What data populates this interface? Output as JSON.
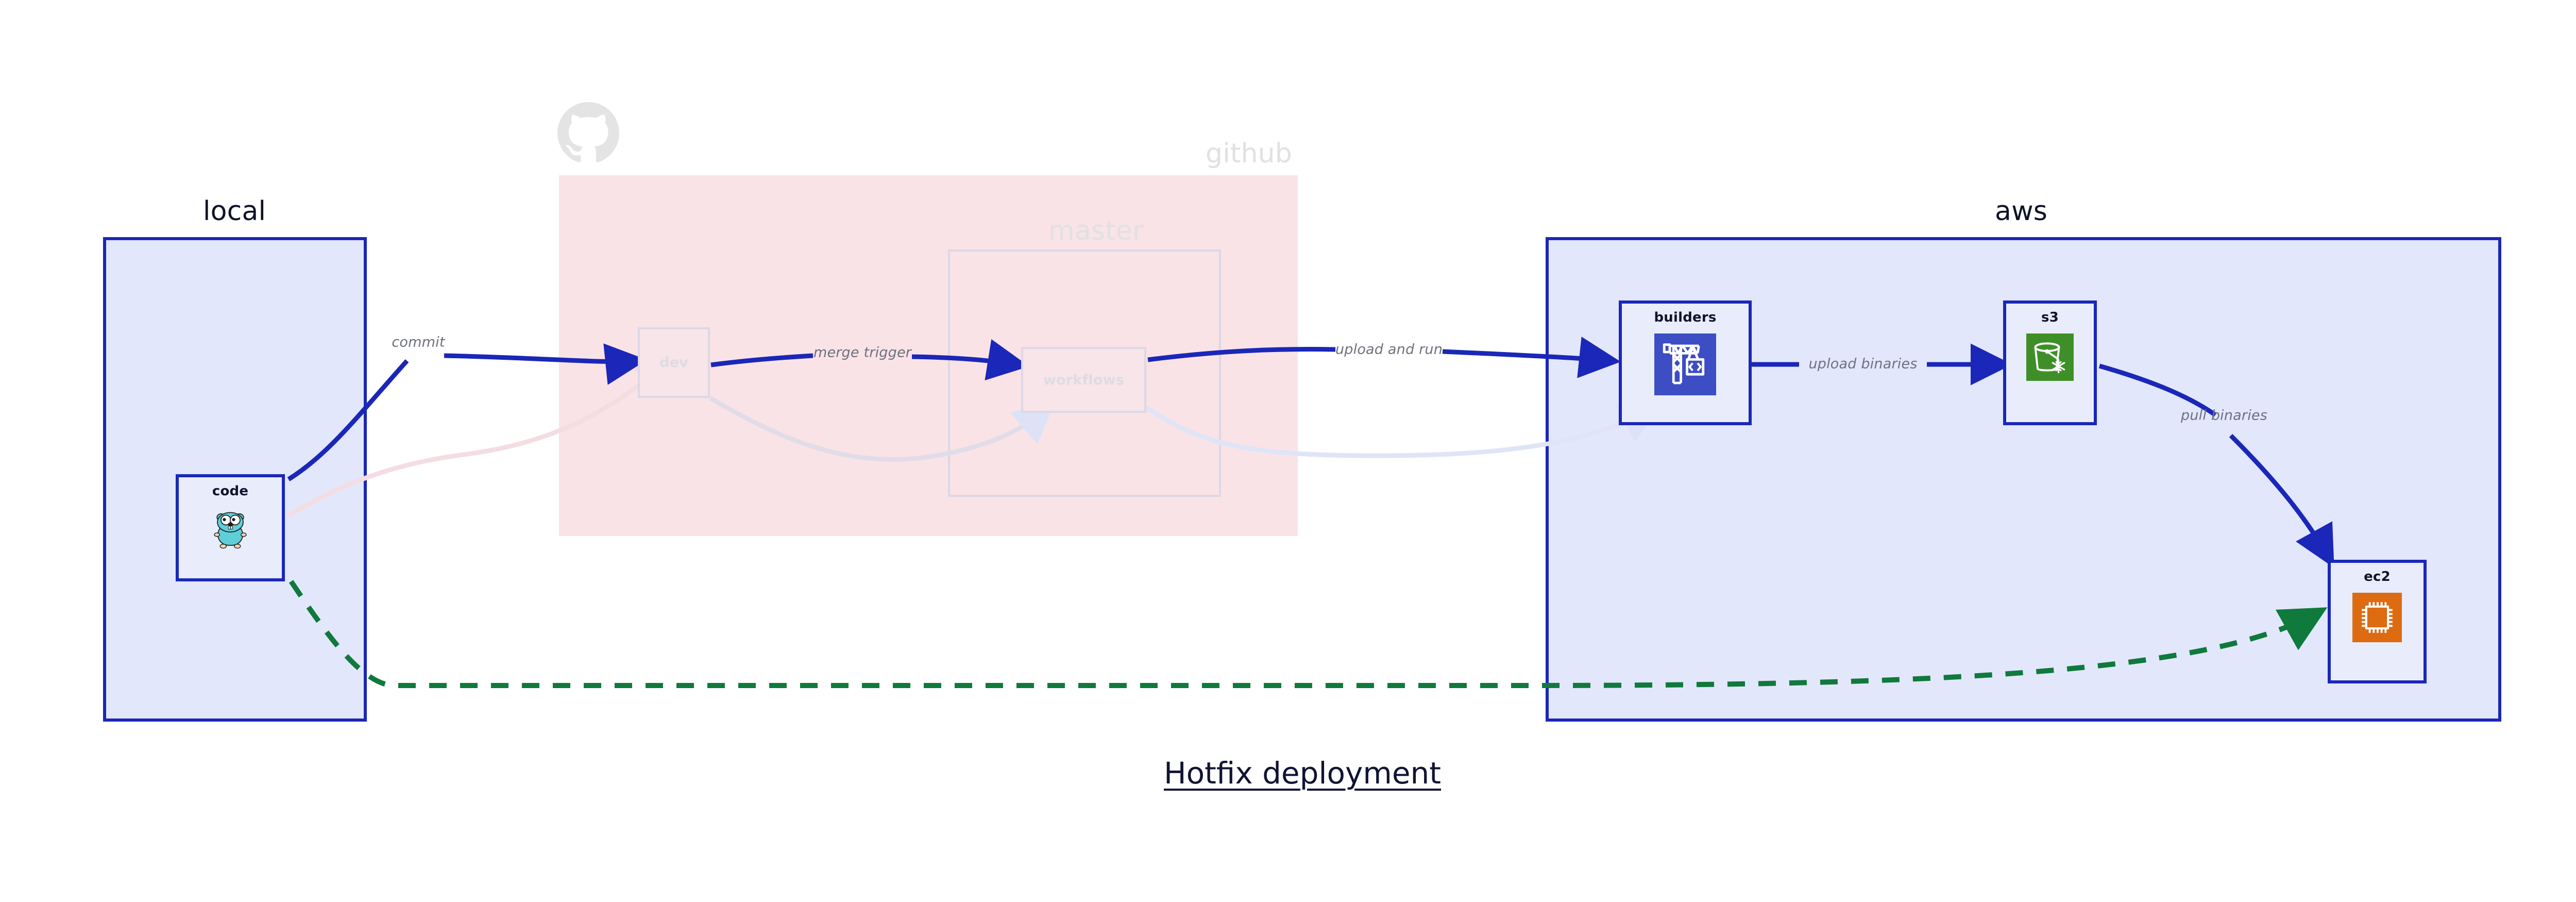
{
  "diagram": {
    "title": "Hotfix deployment",
    "colors": {
      "cluster_border_solid": "#1a27b8",
      "cluster_fill_local_aws": "#e2e7fb",
      "cluster_fill_github": "#f9e3e7",
      "node_border_solid": "#1a27b8",
      "node_fill_solid": "#e9edfb",
      "edge_active": "#1a27b8",
      "edge_dashed_green": "#10793c",
      "edge_faded_pink": "#f6dfe4",
      "edge_faded_blue": "#dee3f7",
      "label_text": "#6d707e",
      "node_text": "#10132b",
      "faded_text": "#dfdbe2"
    }
  },
  "clusters": [
    {
      "id": "local",
      "label": "local",
      "state": "active"
    },
    {
      "id": "github",
      "label": "github",
      "state": "faded"
    },
    {
      "id": "master",
      "label": "master",
      "state": "faded"
    },
    {
      "id": "aws",
      "label": "aws",
      "state": "active"
    }
  ],
  "nodes": [
    {
      "id": "code",
      "label": "code",
      "icon": "go-gopher-icon",
      "state": "active"
    },
    {
      "id": "dev",
      "label": "dev",
      "icon": "none",
      "state": "faded"
    },
    {
      "id": "workflows",
      "label": "workflows",
      "icon": "none",
      "state": "faded"
    },
    {
      "id": "builders",
      "label": "builders",
      "icon": "aws-builders-crane-icon",
      "state": "active"
    },
    {
      "id": "s3",
      "label": "s3",
      "icon": "aws-s3-bucket-icon",
      "state": "active"
    },
    {
      "id": "ec2",
      "label": "ec2",
      "icon": "aws-ec2-chip-icon",
      "state": "active"
    }
  ],
  "edges": [
    {
      "id": "commit",
      "label": "commit",
      "from": "code",
      "to": "dev",
      "style": "solid",
      "state": "active"
    },
    {
      "id": "merge-trigger",
      "label": "merge trigger",
      "from": "dev",
      "to": "workflows",
      "style": "solid",
      "state": "active"
    },
    {
      "id": "upload-and-run",
      "label": "upload and run",
      "from": "workflows",
      "to": "builders",
      "style": "solid",
      "state": "active"
    },
    {
      "id": "upload-binaries",
      "label": "upload binaries",
      "from": "builders",
      "to": "s3",
      "style": "solid",
      "state": "active"
    },
    {
      "id": "pull-binaries",
      "label": "pull binaries",
      "from": "s3",
      "to": "ec2",
      "style": "solid",
      "state": "active"
    },
    {
      "id": "hotfix-direct",
      "label": "",
      "from": "code",
      "to": "ec2",
      "style": "dashed",
      "state": "active"
    },
    {
      "id": "code-to-dev-faded",
      "label": "",
      "from": "code",
      "to": "dev",
      "style": "solid",
      "state": "faded"
    },
    {
      "id": "dev-to-workflows-faded",
      "label": "",
      "from": "dev",
      "to": "workflows",
      "style": "solid",
      "state": "faded"
    },
    {
      "id": "workflows-to-builders-faded",
      "label": "",
      "from": "workflows",
      "to": "builders",
      "style": "solid",
      "state": "faded"
    }
  ],
  "watermarks": [
    {
      "id": "github-octocat",
      "icon": "github-octocat-icon"
    }
  ]
}
